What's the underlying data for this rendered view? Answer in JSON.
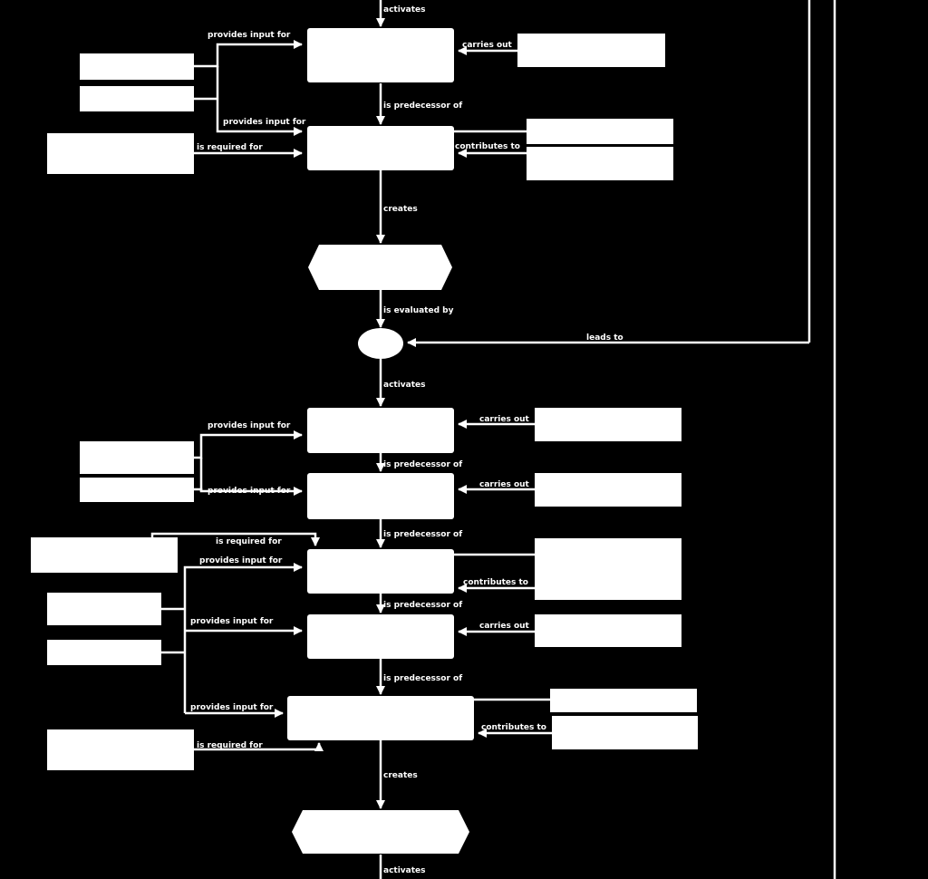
{
  "colors": {
    "background": "#000000",
    "foreground": "#ffffff"
  },
  "labels": {
    "activates": "activates",
    "provides_input_for": "provides input for",
    "carries_out": "carries out",
    "is_predecessor_of": "is predecessor of",
    "is_required_for": "is required for",
    "contributes_to": "contributes to",
    "creates": "creates",
    "is_evaluated_by": "is evaluated by",
    "leads_to": "leads to"
  }
}
